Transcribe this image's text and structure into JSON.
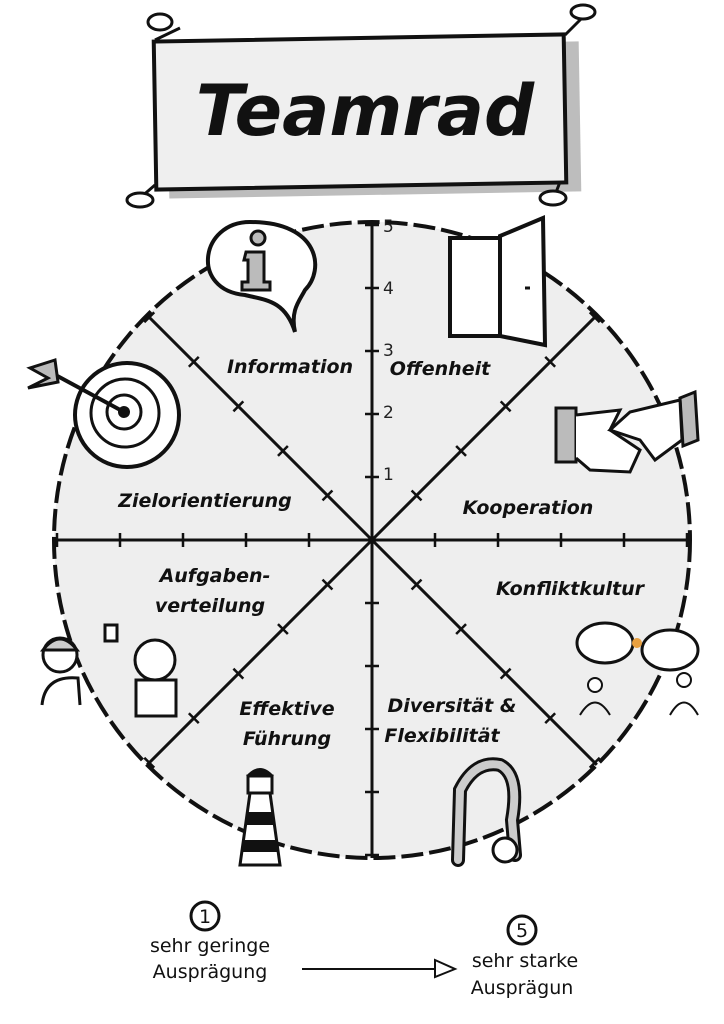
{
  "title": "Teamrad",
  "scale_labels": [
    "1",
    "2",
    "3",
    "4",
    "5"
  ],
  "segments": [
    {
      "label": "Information",
      "icon": "info-icon"
    },
    {
      "label": "Offenheit",
      "icon": "door-icon"
    },
    {
      "label": "Kooperation",
      "icon": "handshake-icon"
    },
    {
      "label": "Konfliktkultur",
      "icon": "speech-conflict-icon"
    },
    {
      "label": "Diversität &",
      "label2": "Flexibilität",
      "icon": "flexible-person-icon"
    },
    {
      "label": "Effektive",
      "label2": "Führung",
      "icon": "lighthouse-icon"
    },
    {
      "label": "Aufgaben-",
      "label2": "verteilung",
      "icon": "task-people-icon"
    },
    {
      "label": "Zielorientierung",
      "icon": "target-icon"
    }
  ],
  "legend": {
    "low_number": "1",
    "low_line1": "sehr geringe",
    "low_line2": "Ausprägung",
    "high_number": "5",
    "high_line1": "sehr starke",
    "high_line2": "Ausprägun"
  },
  "colors": {
    "wheel_fill": "#eeeeee",
    "ink": "#111111",
    "banner_fill": "#efefef",
    "shadow": "#bdbdbd"
  }
}
